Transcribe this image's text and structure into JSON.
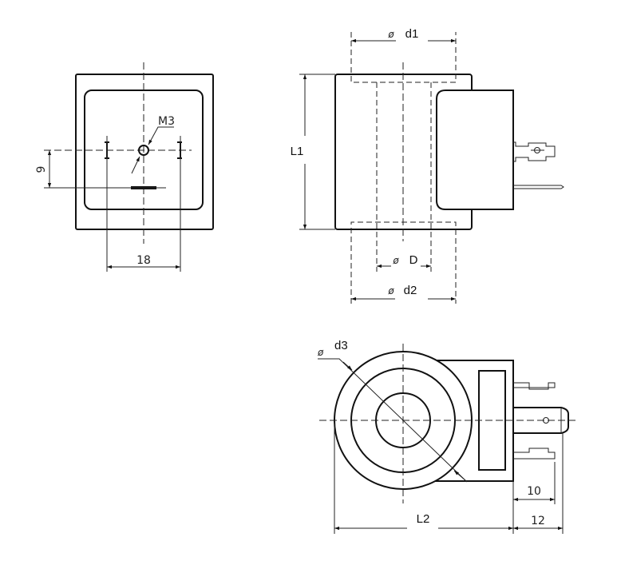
{
  "front_view": {
    "pin_spacing": "18",
    "pin_offset": "9",
    "thread": "M3"
  },
  "side_view": {
    "diameter_symbol": "ø",
    "d1": "d1",
    "D": "D",
    "d2": "d2",
    "L1": "L1"
  },
  "top_view": {
    "diameter_symbol": "ø",
    "d3": "d3",
    "L2": "L2",
    "terminal_length": "10",
    "terminal_overall": "12"
  }
}
